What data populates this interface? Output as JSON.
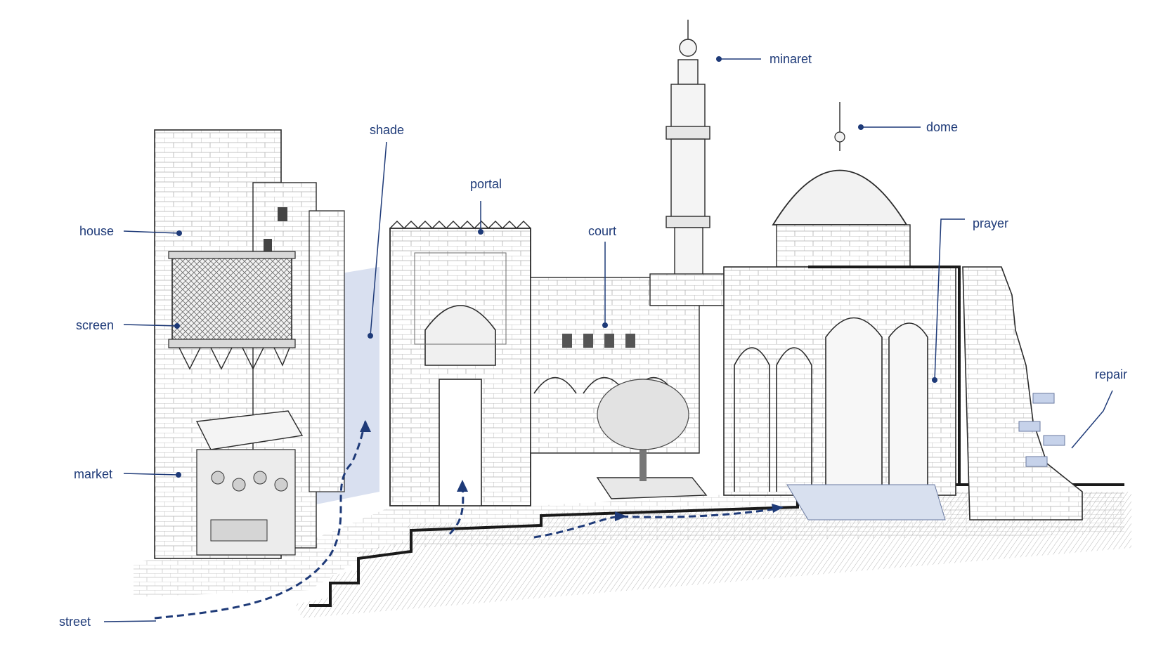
{
  "colors": {
    "ink": "#2a2a2a",
    "ink_light": "#8a8a8a",
    "label": "#1e3a78",
    "shade": "#b9c6e3",
    "path": "#1e3a78"
  },
  "labels": {
    "minaret": "minaret",
    "dome": "dome",
    "shade": "shade",
    "portal": "portal",
    "court": "court",
    "prayer": "prayer",
    "house": "house",
    "screen": "screen",
    "market": "market",
    "repair": "repair",
    "street": "street"
  }
}
